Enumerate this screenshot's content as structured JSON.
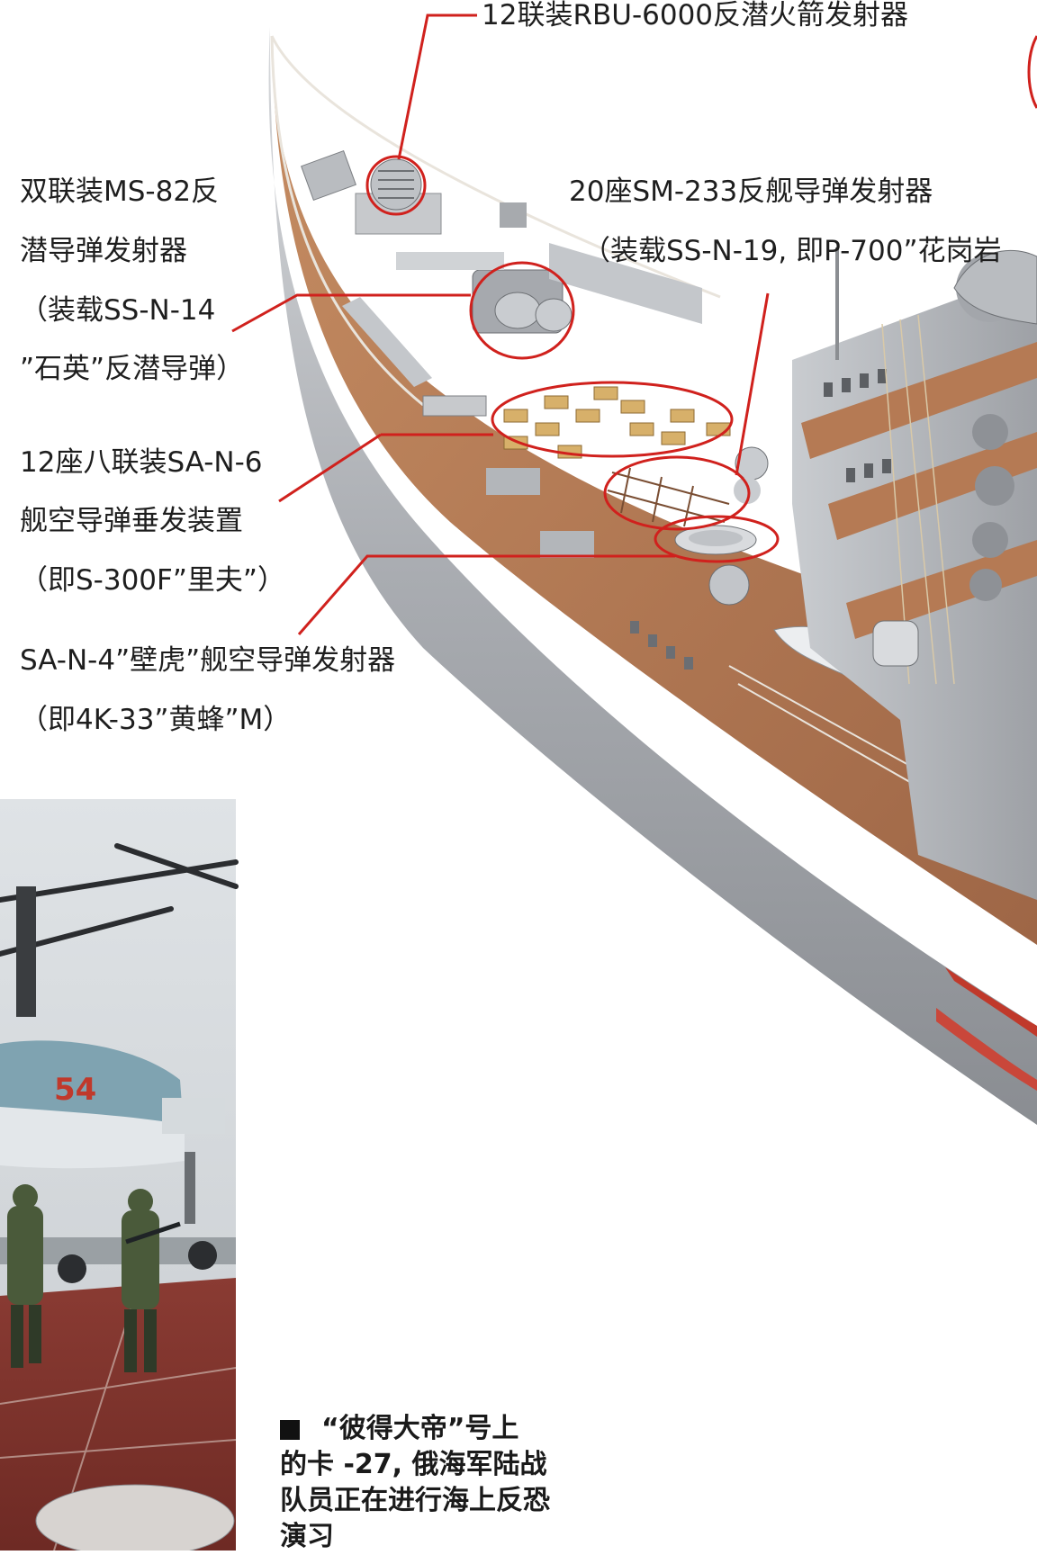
{
  "labels": {
    "rbu6000": "12联装RBU-6000反潜火箭发射器",
    "ms82_1": "双联装MS-82反",
    "ms82_2": "潜导弹发射器",
    "ms82_3": "（装载SS-N-14",
    "ms82_4": "”石英”反潜导弹）",
    "sm233_1": "20座SM-233反舰导弹发射器",
    "sm233_2": "（装载SS-N-19, 即P-700”花岗岩",
    "san6_1": "12座八联装SA-N-6",
    "san6_2": "舰空导弹垂发装置",
    "san6_3": "（即S-300F”里夫”）",
    "san4_1": "SA-N-4”壁虎”舰空导弹发射器",
    "san4_2": "（即4K-33”黄蜂”M）"
  },
  "photo": {
    "helicopter_number": "54"
  },
  "caption": {
    "line1": "“彼得大帝”号上",
    "line2": "的卡 -27, 俄海军陆战",
    "line3": "队员正在进行海上反恐",
    "line4": "演习"
  },
  "colors": {
    "callout": "#d0211d",
    "deck": "#b57a54",
    "hull": "#a8abaf"
  }
}
